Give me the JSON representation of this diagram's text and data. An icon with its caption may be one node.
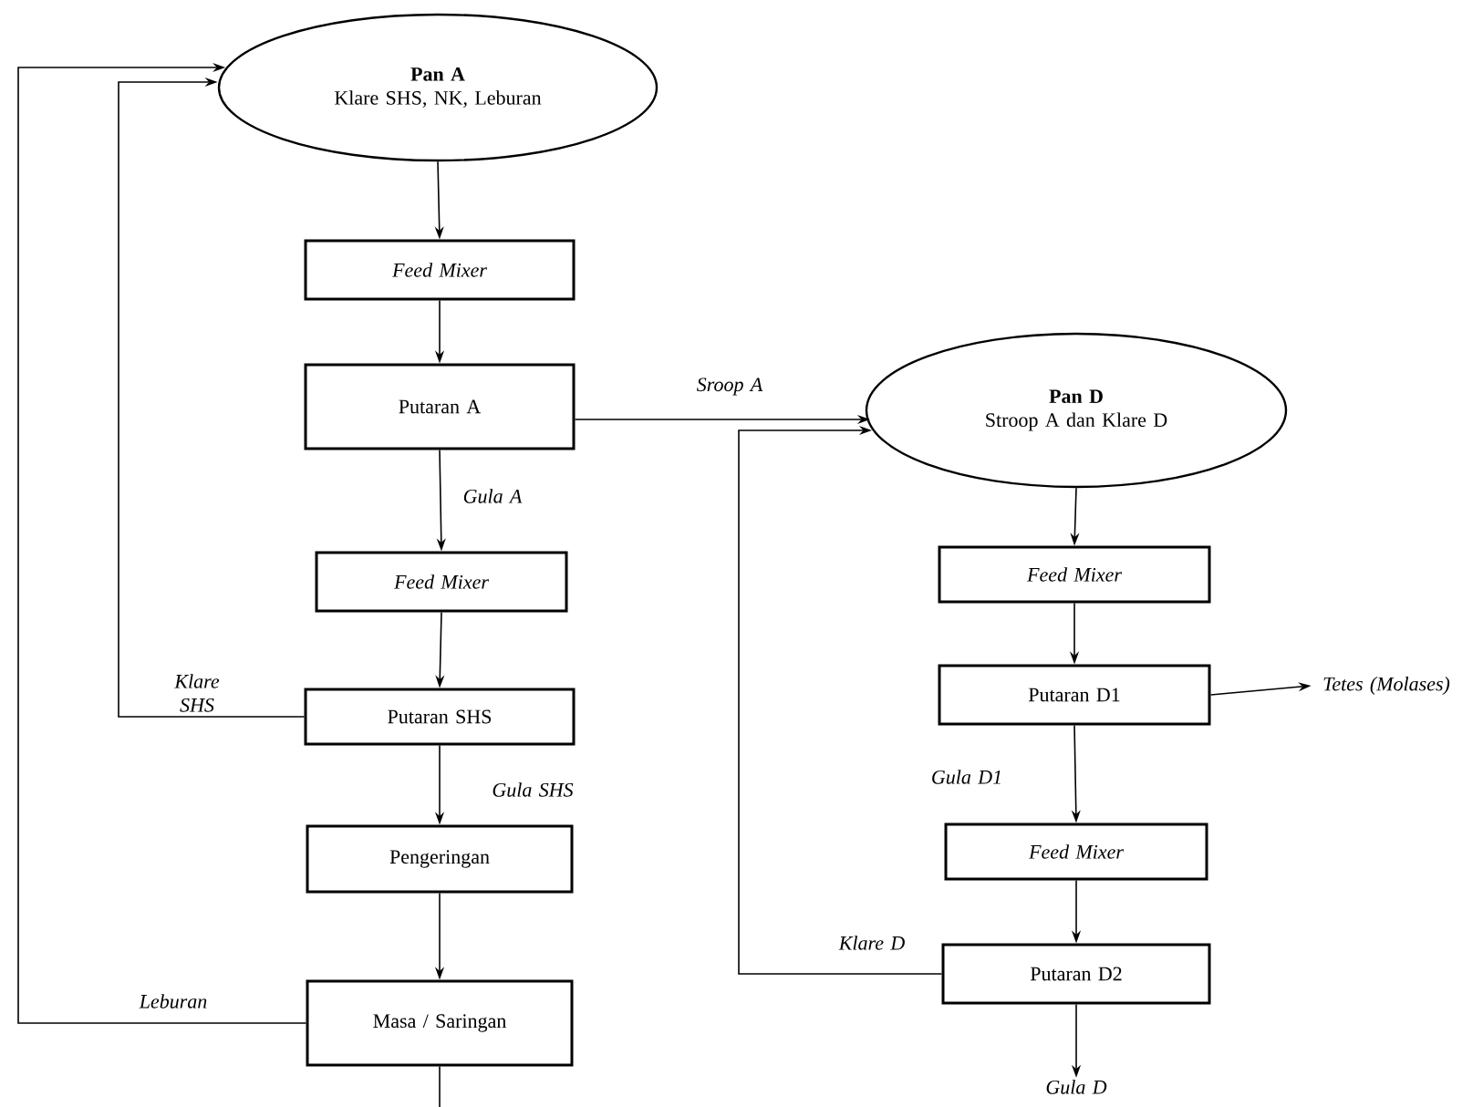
{
  "diagram": {
    "nodes": [
      {
        "text": [
          "Pan A",
          "Klare SHS, NK, Leburan"
        ]
      },
      {
        "text": [
          "Feed Mixer"
        ]
      },
      {
        "text": [
          "Putaran A"
        ]
      },
      {
        "text": [
          "Feed Mixer"
        ]
      },
      {
        "text": [
          "Putaran SHS"
        ]
      },
      {
        "text": [
          "Pengeringan"
        ]
      },
      {
        "text": [
          "Masa / Saringan"
        ]
      },
      {
        "text": [
          "Pan D",
          "Stroop A dan Klare D"
        ]
      },
      {
        "text": [
          "Feed Mixer"
        ]
      },
      {
        "text": [
          "Putaran D1"
        ]
      },
      {
        "text": [
          "Feed Mixer"
        ]
      },
      {
        "text": [
          "Putaran D2"
        ]
      },
      {
        "text": [
          "Tetes (Molases)"
        ]
      },
      {
        "text": [
          "Gula D"
        ]
      }
    ],
    "edges": [
      {
        "from": 0,
        "to": 1,
        "arrow": "to"
      },
      {
        "from": 1,
        "to": 2,
        "arrow": "to"
      },
      {
        "from": 2,
        "to": 3,
        "arrow": "to",
        "label": "Gula A"
      },
      {
        "from": 3,
        "to": 4,
        "arrow": "to"
      },
      {
        "from": 4,
        "to": 5,
        "arrow": "to",
        "label": "Gula SHS"
      },
      {
        "from": 5,
        "to": 6,
        "arrow": "to"
      },
      {
        "from": 6,
        "to": null,
        "arrow": "none"
      },
      {
        "from": 4,
        "to": 0,
        "arrow": "to",
        "label": "Klare SHS"
      },
      {
        "from": 6,
        "to": 0,
        "arrow": "to",
        "label": "Leburan"
      },
      {
        "from": 2,
        "to": 7,
        "arrow": "to",
        "label": "Sroop A"
      },
      {
        "from": 7,
        "to": 8,
        "arrow": "to"
      },
      {
        "from": 8,
        "to": 9,
        "arrow": "to"
      },
      {
        "from": 9,
        "to": 12,
        "arrow": "to"
      },
      {
        "from": 9,
        "to": 10,
        "arrow": "to",
        "label": "Gula D1"
      },
      {
        "from": 10,
        "to": 11,
        "arrow": "to"
      },
      {
        "from": 11,
        "to": 13,
        "arrow": "to"
      },
      {
        "from": 11,
        "to": 7,
        "arrow": "to",
        "label": "Klare D"
      }
    ]
  }
}
